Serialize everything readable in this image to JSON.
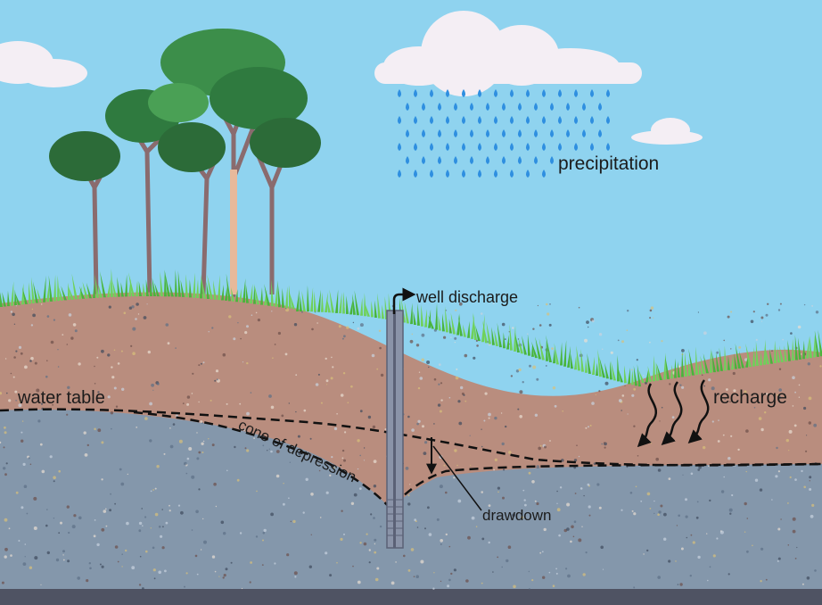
{
  "labels": {
    "precipitation": "precipitation",
    "well_discharge": "well discharge",
    "water_table": "water table",
    "cone_of_depression": "cone of depression",
    "drawdown": "drawdown",
    "recharge": "recharge"
  },
  "colors": {
    "sky": "#8fd3ef",
    "soil": "#b98d7e",
    "aquifer": "#8497ab",
    "bedrock": "#4f5363",
    "grass": "#49b53b",
    "rain": "#2f8fe0",
    "cloud": "#f4eef4",
    "well": "#8a93a8"
  },
  "icons": [
    "cloud-icon",
    "raindrop-icon",
    "tree-icon",
    "well-pipe-icon",
    "arrow-icon"
  ]
}
